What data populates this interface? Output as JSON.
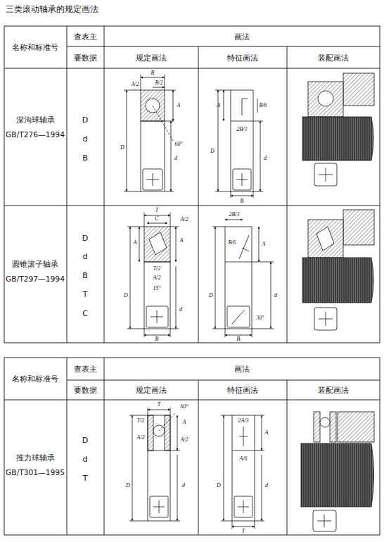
{
  "diagram": {
    "title": "三类滚动轴承的规定画法",
    "labels": [
      "名称和标准号",
      "查表主",
      "要数据",
      "画法",
      "规定画法",
      "特征画法",
      "装配画法",
      "深沟球轴承",
      "GB/T276—1994",
      "D",
      "d",
      "B",
      "圆锥滚子轴承",
      "GB/T297—1994",
      "D",
      "d",
      "B",
      "T",
      "C",
      "名称和标准号",
      "查表主",
      "要数据",
      "画法",
      "规定画法",
      "特征画法",
      "装配画法",
      "推力球轴承",
      "GB/T301—1995",
      "D",
      "d",
      "T",
      "A/2",
      "B",
      "B/2",
      "A",
      "60°",
      "D",
      "d",
      "A",
      "B/6",
      "2B/3",
      "D",
      "d",
      "B",
      "T",
      "C",
      "A",
      "A/2",
      "A/2",
      "T/2",
      "15°",
      "D",
      "d",
      "A",
      "B",
      "2B/3",
      "B/6",
      "A",
      "D",
      "d",
      "30°",
      "B",
      "T",
      "60°",
      "T/2",
      "A/2",
      "A",
      "A/2",
      "D",
      "d",
      "2A/3",
      "A",
      "A/6",
      "D",
      "d",
      "T"
    ]
  }
}
